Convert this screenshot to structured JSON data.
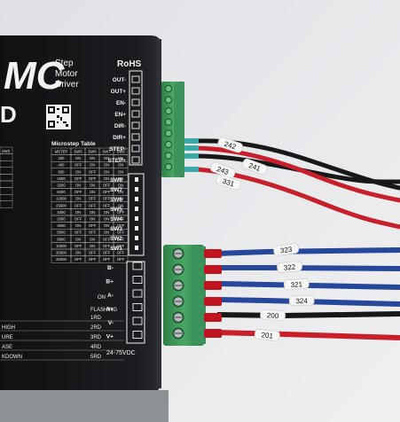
{
  "driver": {
    "brand_fragment": "MC",
    "brand_line_1": "Step",
    "brand_line_2": "Motor",
    "brand_line_3": "Driver",
    "rohs": "RoHS",
    "qr_fragment": "D",
    "microstep_title": "Microstep Table",
    "microstep_headers": [
      "MSTEP",
      "SW5",
      "SW6",
      "SW7",
      "SW8"
    ],
    "microstep_rows": [
      [
        "200",
        "ON",
        "ON",
        "ON",
        "ON"
      ],
      [
        "400",
        "OFF",
        "ON",
        "ON",
        "ON"
      ],
      [
        "800",
        "ON",
        "OFF",
        "ON",
        "ON"
      ],
      [
        "1600",
        "OFF",
        "OFF",
        "ON",
        "ON"
      ],
      [
        "3200",
        "ON",
        "ON",
        "OFF",
        "ON"
      ],
      [
        "6400",
        "OFF",
        "ON",
        "OFF",
        "ON"
      ],
      [
        "12800",
        "ON",
        "OFF",
        "OFF",
        "ON"
      ],
      [
        "25600",
        "OFF",
        "OFF",
        "OFF",
        "ON"
      ],
      [
        "1000",
        "ON",
        "ON",
        "ON",
        "OFF"
      ],
      [
        "2000",
        "OFF",
        "ON",
        "ON",
        "OFF"
      ],
      [
        "4000",
        "ON",
        "OFF",
        "ON",
        "OFF"
      ],
      [
        "5000",
        "OFF",
        "OFF",
        "ON",
        "OFF"
      ],
      [
        "8000",
        "ON",
        "ON",
        "OFF",
        "OFF"
      ],
      [
        "10000",
        "OFF",
        "ON",
        "OFF",
        "OFF"
      ],
      [
        "20000",
        "ON",
        "OFF",
        "OFF",
        "OFF"
      ],
      [
        "25000",
        "OFF",
        "OFF",
        "OFF",
        "OFF"
      ]
    ],
    "left_table_header": "SW3",
    "signal_labels": [
      "OUT-",
      "OUT+",
      "EN-",
      "EN+",
      "DIR-",
      "DIR+",
      "STEP-",
      "STEP+"
    ],
    "switch_labels": [
      "SW8",
      "SW7",
      "SW6",
      "SW5",
      "SW4",
      "SW3",
      "SW2",
      "SW1"
    ],
    "power_labels": [
      "B-",
      "B+",
      "A-",
      "A+",
      "V-",
      "V+"
    ],
    "voltage": "24-75VDC",
    "alarm_on": "ON",
    "alarm_flashing": "FLASHING",
    "alarm_fragments": [
      "HIGH",
      "URE",
      "ASE",
      "KDOWN"
    ],
    "alarm_codes": [
      "1RD",
      "2RD",
      "3RD",
      "4RD",
      "5RD"
    ]
  },
  "cable_markers": [
    "242",
    "241",
    "243",
    "331",
    "323",
    "322",
    "321",
    "324",
    "200",
    "201"
  ],
  "wire_colors": {
    "black": "#17181a",
    "red": "#c8202a",
    "blue": "#27479a",
    "teal_ferrule": "#3aa8a7",
    "red_ferrule": "#c0151f",
    "terminal_green": "#3e9a5a"
  }
}
